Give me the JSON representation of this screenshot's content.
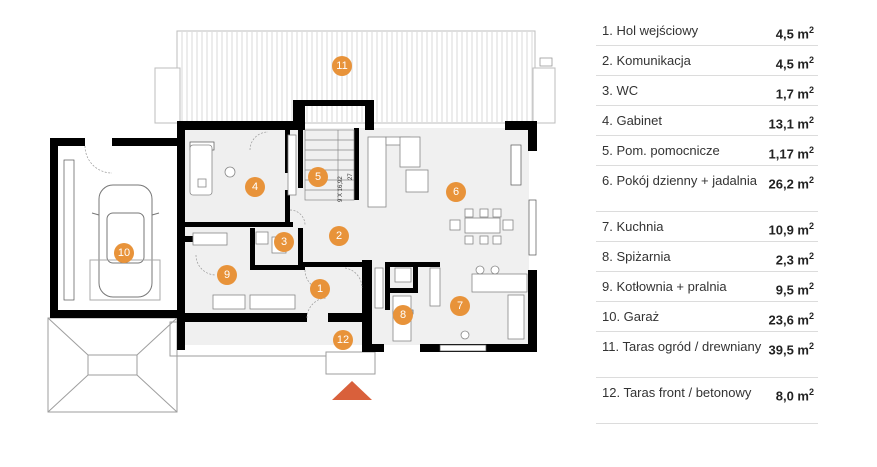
{
  "rooms": [
    {
      "num": "1",
      "name": "1. Hol wejściowy",
      "area": "4,5 m",
      "unit_sup": "2"
    },
    {
      "num": "2",
      "name": "2. Komunikacja",
      "area": "4,5 m",
      "unit_sup": "2"
    },
    {
      "num": "3",
      "name": "3. WC",
      "area": "1,7 m",
      "unit_sup": "2"
    },
    {
      "num": "4",
      "name": "4. Gabinet",
      "area": "13,1 m",
      "unit_sup": "2"
    },
    {
      "num": "5",
      "name": "5. Pom. pomocnicze",
      "area": "1,17 m",
      "unit_sup": "2"
    },
    {
      "num": "6",
      "name": "6. Pokój dzienny + jadalnia",
      "area": "26,2 m",
      "unit_sup": "2"
    },
    {
      "num": "7",
      "name": "7. Kuchnia",
      "area": "10,9 m",
      "unit_sup": "2"
    },
    {
      "num": "8",
      "name": "8. Spiżarnia",
      "area": "2,3 m",
      "unit_sup": "2"
    },
    {
      "num": "9",
      "name": "9. Kotłownia + pralnia",
      "area": "9,5 m",
      "unit_sup": "2"
    },
    {
      "num": "10",
      "name": "10. Garaż",
      "area": "23,6 m",
      "unit_sup": "2"
    },
    {
      "num": "11",
      "name": "11. Taras ogród / drewniany",
      "area": "39,5 m",
      "unit_sup": "2"
    },
    {
      "num": "12",
      "name": "12. Taras front / betonowy",
      "area": "8,0 m",
      "unit_sup": "2"
    }
  ],
  "plan_labels": {
    "stairs_dim": "9 X 16,92",
    "stairs_dim2": "27"
  },
  "colors": {
    "marker": "#e8933a",
    "entrance_arrow": "#d9603b",
    "wall": "#000000",
    "terrace_stroke": "#bdbdbd"
  },
  "icons": {
    "entrance": "entrance-arrow-icon",
    "car": "car-icon"
  }
}
